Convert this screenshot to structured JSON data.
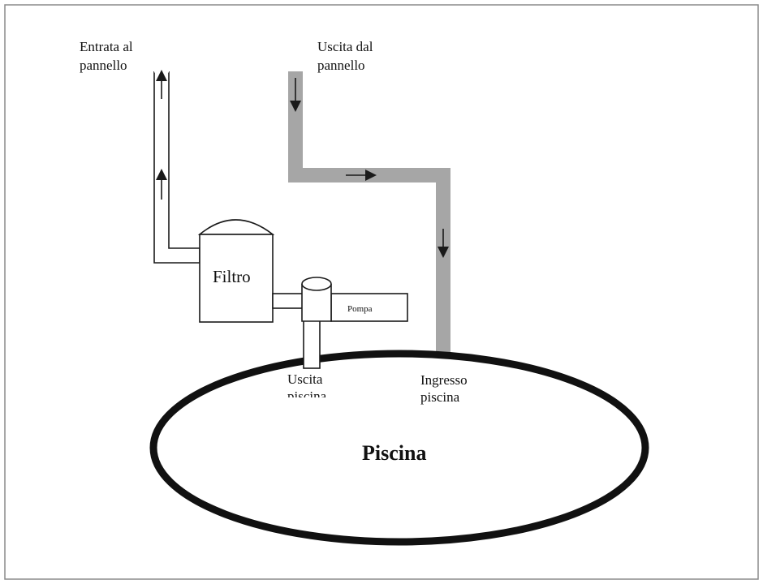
{
  "labels": {
    "entrata_line1": "Entrata al",
    "entrata_line2": "pannello",
    "uscita_pannello_line1": "Uscita dal",
    "uscita_pannello_line2": "pannello",
    "filtro": "Filtro",
    "pompa": "Pompa",
    "uscita_piscina_line1": "Uscita",
    "uscita_piscina_line2": "piscina",
    "ingresso_piscina_line1": "Ingresso",
    "ingresso_piscina_line2": "piscina",
    "piscina": "Piscina"
  },
  "colors": {
    "hot_pipe": "#a6a6a6",
    "outline": "#1a1a1a",
    "frame": "#8a8a8a"
  }
}
